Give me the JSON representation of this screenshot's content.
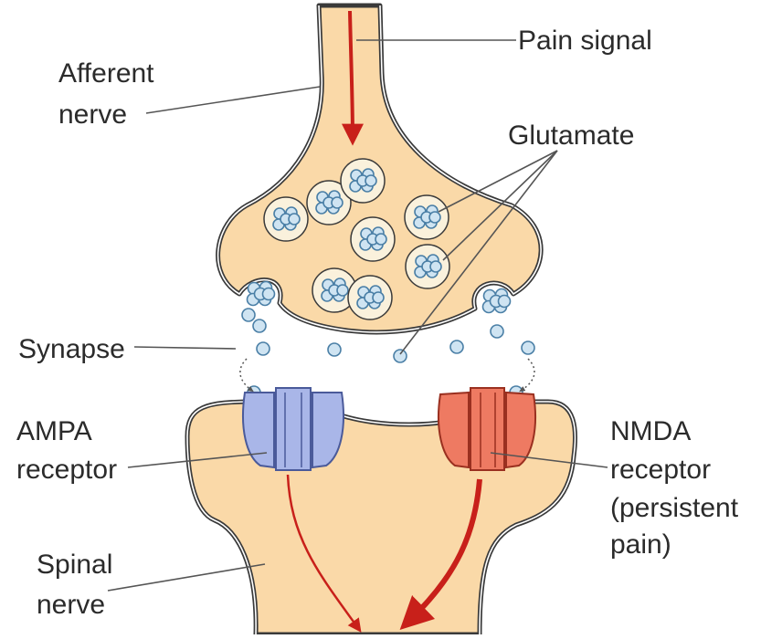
{
  "labels": {
    "afferent_1": "Afferent",
    "afferent_2": "nerve",
    "pain_signal": "Pain signal",
    "glutamate": "Glutamate",
    "synapse": "Synapse",
    "ampa_1": "AMPA",
    "ampa_2": "receptor",
    "nmda_1": "NMDA",
    "nmda_2": "receptor",
    "nmda_3": "(persistent",
    "nmda_4": "pain)",
    "spinal_1": "Spinal",
    "spinal_2": "nerve"
  },
  "colors": {
    "nerve_fill": "#fad9a8",
    "outline": "#3a3a3a",
    "vesicle_fill": "#faf1dc",
    "glutamate_fill": "#cfe4f2",
    "glutamate_stroke": "#4a7fa6",
    "ampa_receptor": "#a9b6e8",
    "nmda_receptor": "#ee7a62",
    "signal_arrow": "#c8201a",
    "leader_line": "#555555"
  }
}
